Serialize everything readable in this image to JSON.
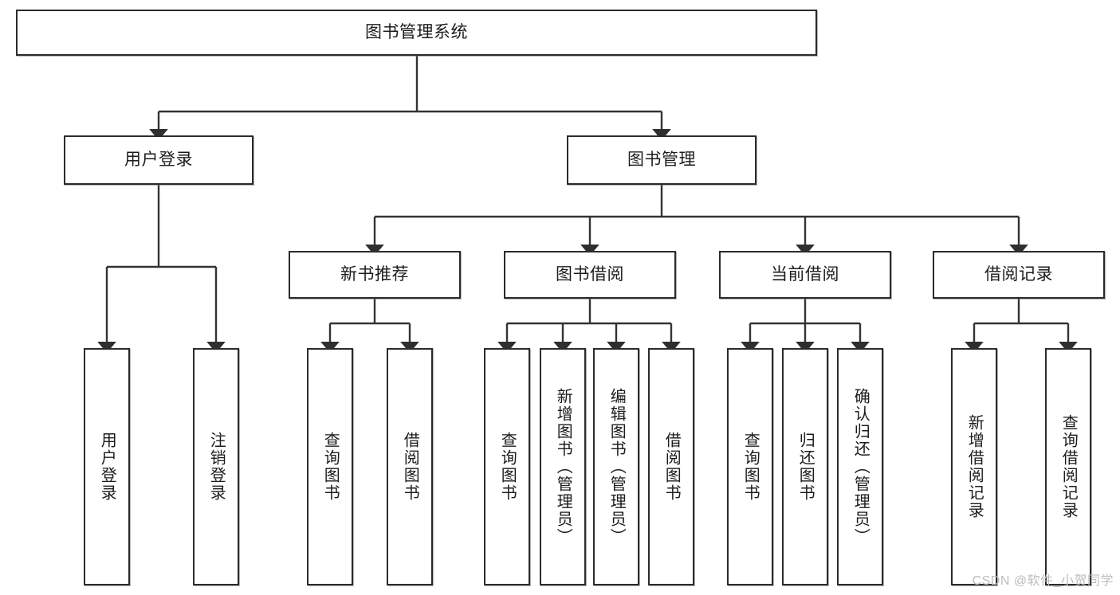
{
  "diagram": {
    "title": "图书管理系统",
    "watermark": "CSDN @软件_小贺同学",
    "colors": {
      "box_border": "#2b2b2b",
      "box_fill": "#ffffff",
      "edge": "#333333",
      "text": "#1c1c1c",
      "watermark": "#bdbdbd"
    },
    "nodes": {
      "root": {
        "label": "图书管理系统"
      },
      "level1": [
        {
          "label": "用户登录"
        },
        {
          "label": "图书管理"
        }
      ],
      "level2": [
        {
          "label": "新书推荐"
        },
        {
          "label": "图书借阅"
        },
        {
          "label": "当前借阅"
        },
        {
          "label": "借阅记录"
        }
      ],
      "leaves_user_login": [
        {
          "label": "用户登录"
        },
        {
          "label": "注销登录"
        }
      ],
      "leaves_new_book": [
        {
          "label": "查询图书"
        },
        {
          "label": "借阅图书"
        }
      ],
      "leaves_borrow": [
        {
          "label": "查询图书"
        },
        {
          "label": "新增图书（管理员）"
        },
        {
          "label": "编辑图书（管理员）"
        },
        {
          "label": "借阅图书"
        }
      ],
      "leaves_current": [
        {
          "label": "查询图书"
        },
        {
          "label": "归还图书"
        },
        {
          "label": "确认归还（管理员）"
        }
      ],
      "leaves_records": [
        {
          "label": "新增借阅记录"
        },
        {
          "label": "查询借阅记录"
        }
      ]
    }
  }
}
